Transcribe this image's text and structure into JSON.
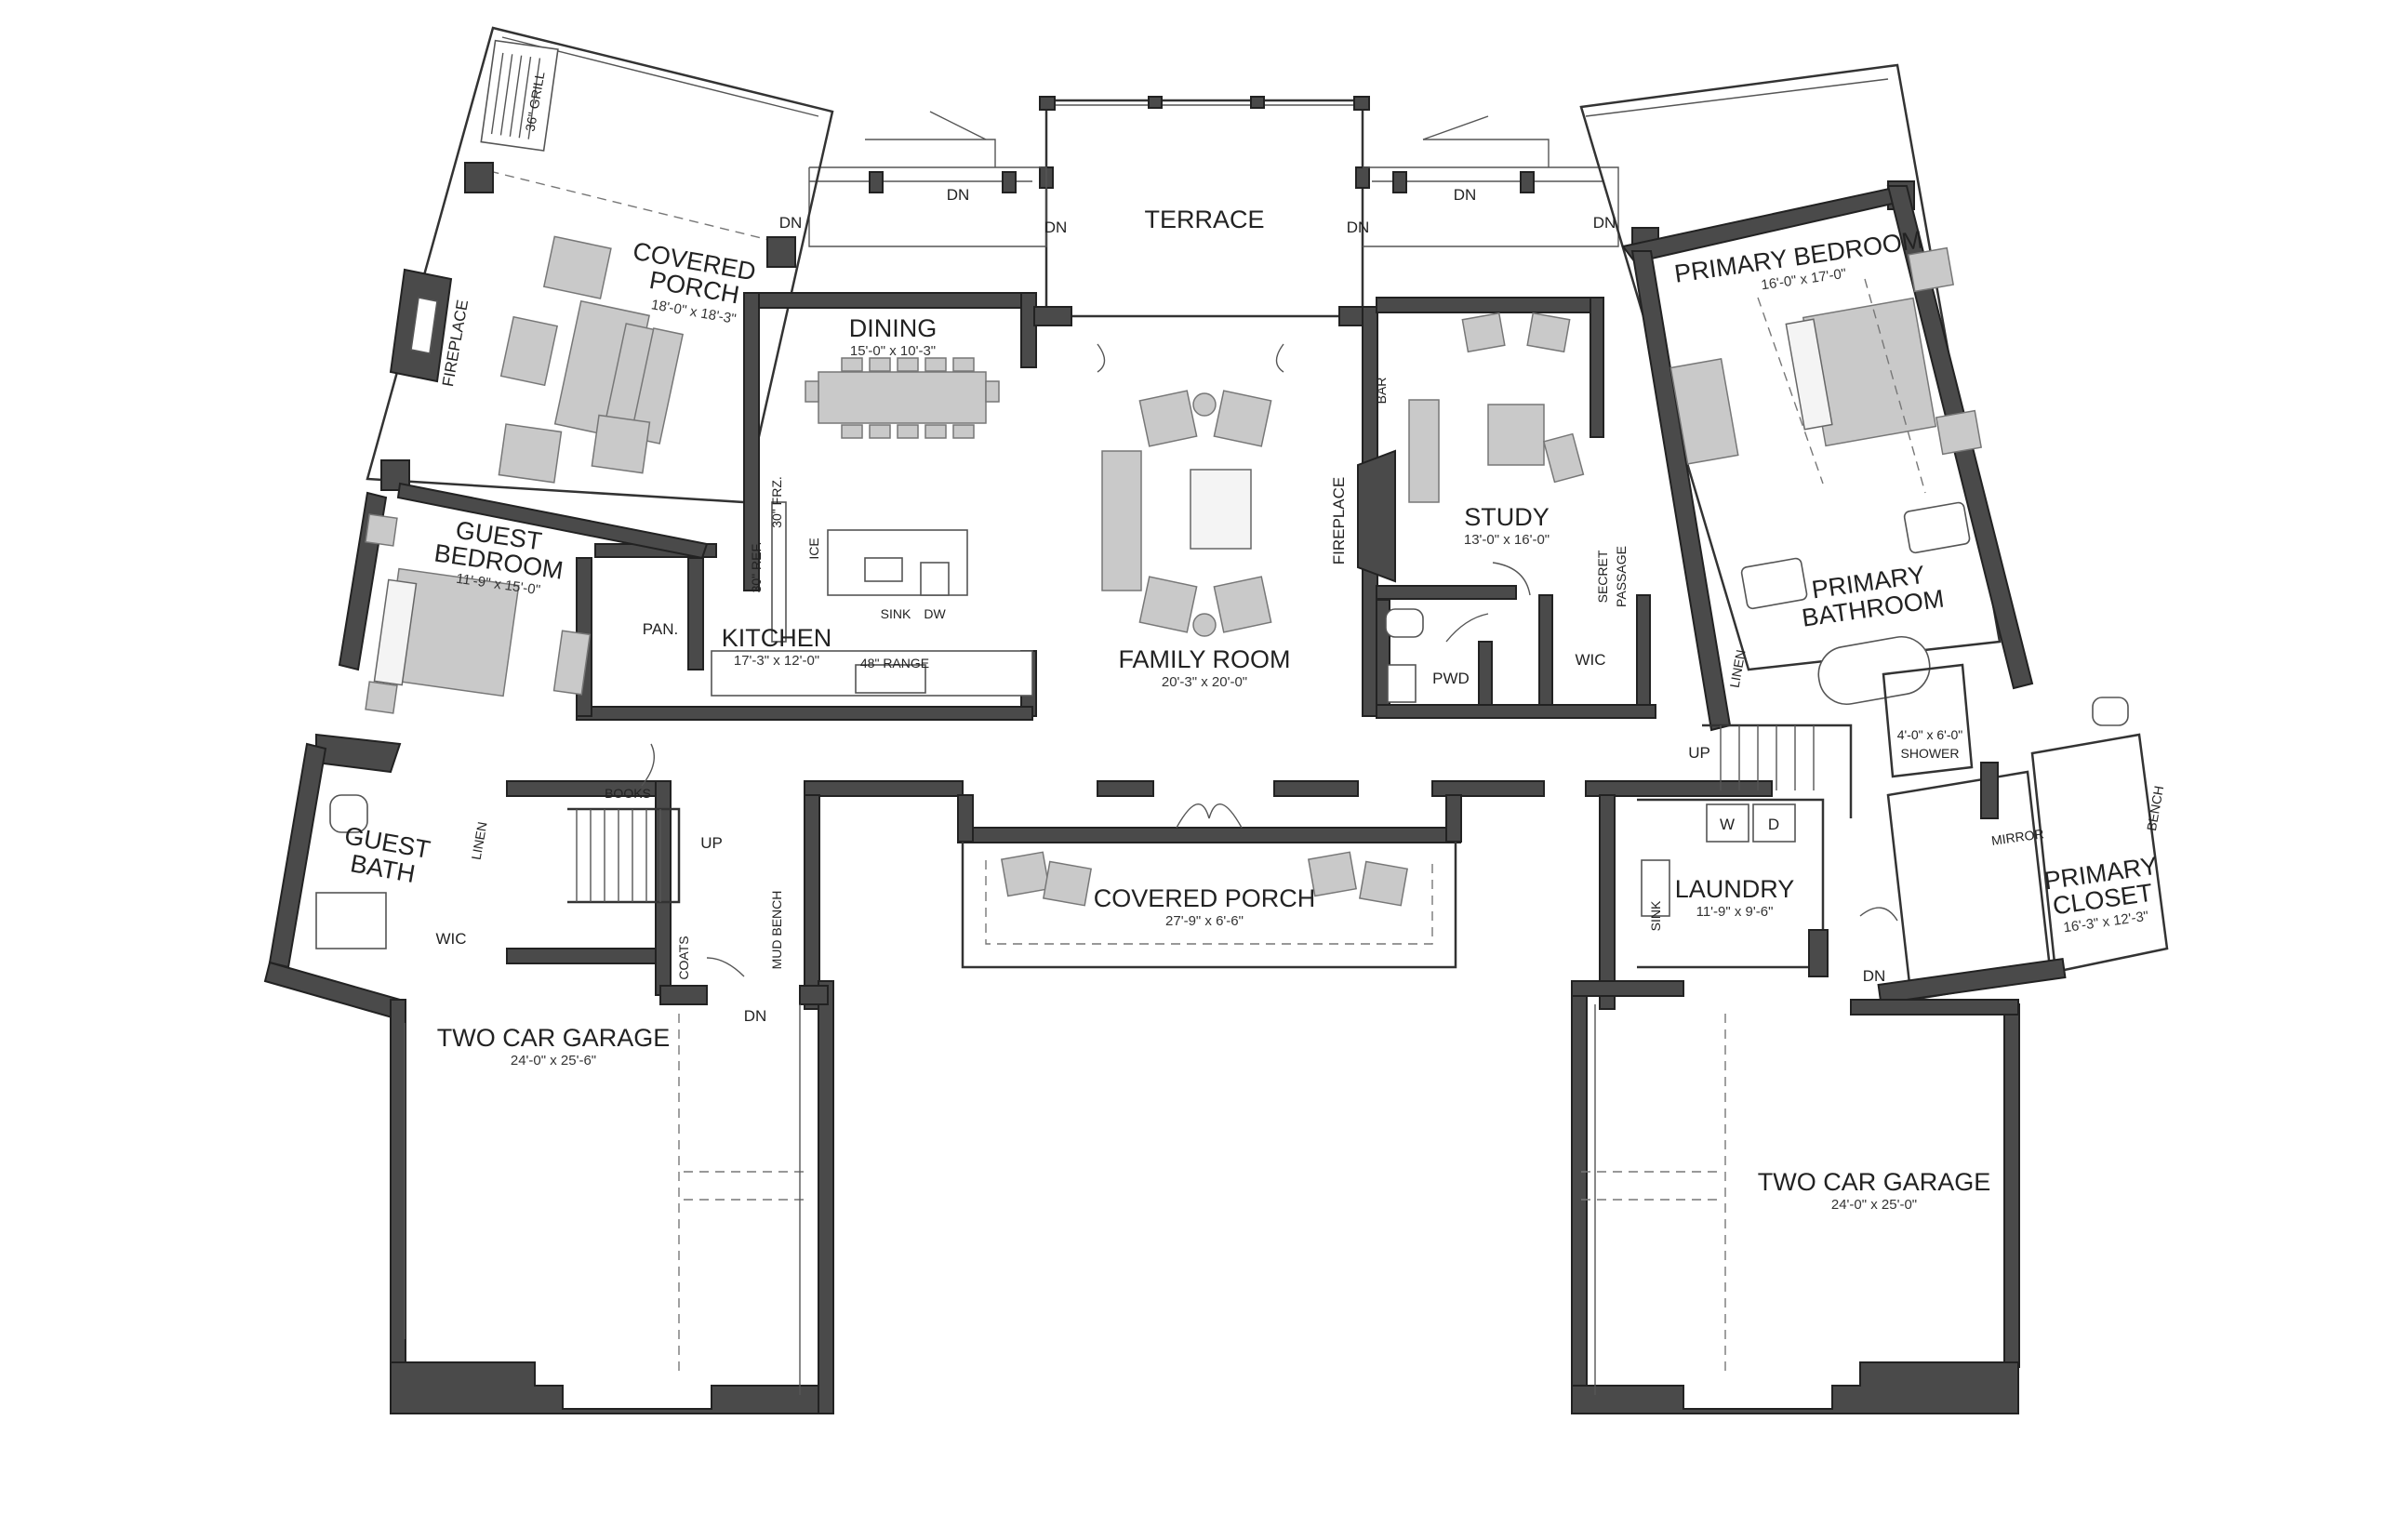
{
  "rooms": {
    "covered_porch_left": {
      "name_line1": "COVERED",
      "name_line2": "PORCH",
      "dims": "18'-0\" x 18'-3\""
    },
    "terrace": {
      "name": "TERRACE"
    },
    "dining": {
      "name": "DINING",
      "dims": "15'-0\" x 10'-3\""
    },
    "family_room": {
      "name": "FAMILY ROOM",
      "dims": "20'-3\" x 20'-0\""
    },
    "study": {
      "name": "STUDY",
      "dims": "13'-0\" x 16'-0\""
    },
    "primary_bedroom": {
      "name": "PRIMARY BEDROOM",
      "dims": "16'-0\" x 17'-0\""
    },
    "guest_bedroom": {
      "name_line1": "GUEST",
      "name_line2": "BEDROOM",
      "dims": "11'-9\" x 15'-0\""
    },
    "kitchen": {
      "name": "KITCHEN",
      "dims": "17'-3\" x 12'-0\""
    },
    "primary_bathroom": {
      "name_line1": "PRIMARY",
      "name_line2": "BATHROOM"
    },
    "guest_bath": {
      "name_line1": "GUEST",
      "name_line2": "BATH"
    },
    "laundry": {
      "name": "LAUNDRY",
      "dims": "11'-9\" x 9'-6\""
    },
    "covered_porch_front": {
      "name": "COVERED PORCH",
      "dims": "27'-9\" x 6'-6\""
    },
    "primary_closet": {
      "name_line1": "PRIMARY",
      "name_line2": "CLOSET",
      "dims": "16'-3\" x 12'-3\""
    },
    "garage_left": {
      "name": "TWO CAR GARAGE",
      "dims": "24'-0\" x 25'-6\""
    },
    "garage_right": {
      "name": "TWO CAR GARAGE",
      "dims": "24'-0\" x 25'-0\""
    }
  },
  "labels": {
    "grill": "36\" GRILL",
    "fireplace_left": "FIREPLACE",
    "fireplace_center": "FIREPLACE",
    "bar": "BAR",
    "pantry": "PAN.",
    "ref": "30\" REF.",
    "frz": "30\" FRZ.",
    "ice": "ICE",
    "sink_kitchen": "SINK",
    "dw": "DW",
    "range": "48\" RANGE",
    "pwd": "PWD",
    "wic_center": "WIC",
    "wic_left": "WIC",
    "secret_line1": "SECRET",
    "secret_line2": "PASSAGE",
    "linen_bath": "LINEN",
    "linen_guest": "LINEN",
    "books": "BOOKS",
    "up_left": "UP",
    "up_right": "UP",
    "coats": "COATS",
    "mud_bench": "MUD BENCH",
    "w": "W",
    "d": "D",
    "sink_laundry": "SINK",
    "mirror": "MIRROR",
    "bench": "BENCH",
    "shower_dims": "4'-0\" x 6'-0\"",
    "shower": "SHOWER",
    "dn_1": "DN",
    "dn_2": "DN",
    "dn_3": "DN",
    "dn_4": "DN",
    "dn_5": "DN",
    "dn_6": "DN",
    "dn_7": "DN",
    "dn_8": "DN"
  },
  "colors": {
    "wall": "#4a4a4a",
    "furniture": "#c9c9c9",
    "background": "#ffffff"
  }
}
